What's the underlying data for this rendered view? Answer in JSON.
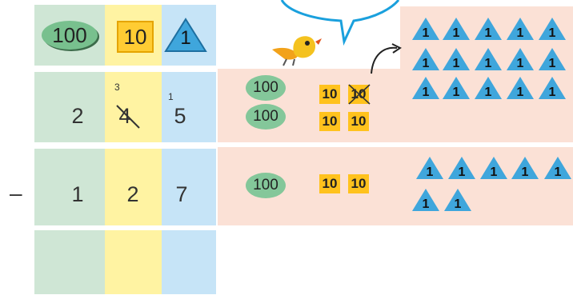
{
  "header": {
    "hundreds_label": "100",
    "tens_label": "10",
    "ones_label": "1"
  },
  "minuend": {
    "hundreds": "2",
    "tens": "4",
    "ones": "5",
    "tens_carry": "3",
    "ones_carry": "1"
  },
  "subtrahend": {
    "sign": "–",
    "hundreds": "1",
    "tens": "2",
    "ones": "7"
  },
  "top_panel": {
    "hundreds_tokens": [
      "100",
      "100"
    ],
    "tens_tokens_row1": [
      "10",
      "10"
    ],
    "tens_tokens_row2": [
      "10",
      "10"
    ],
    "ones_token": "1"
  },
  "bottom_panel": {
    "hundreds_token": "100",
    "tens_tokens": [
      "10",
      "10"
    ],
    "ones_token": "1"
  },
  "colors": {
    "hundreds_column": "#cfe6d5",
    "tens_column": "#fff3a2",
    "ones_column": "#c6e4f7",
    "panel": "#fbe1d6",
    "hundred_token": "#84c79a",
    "ten_token": "#ffc21d",
    "one_token": "#3fa6dc"
  },
  "icons": [
    "bird-icon",
    "curved-arrow-icon",
    "speech-curve-icon",
    "cross-out-mark"
  ]
}
